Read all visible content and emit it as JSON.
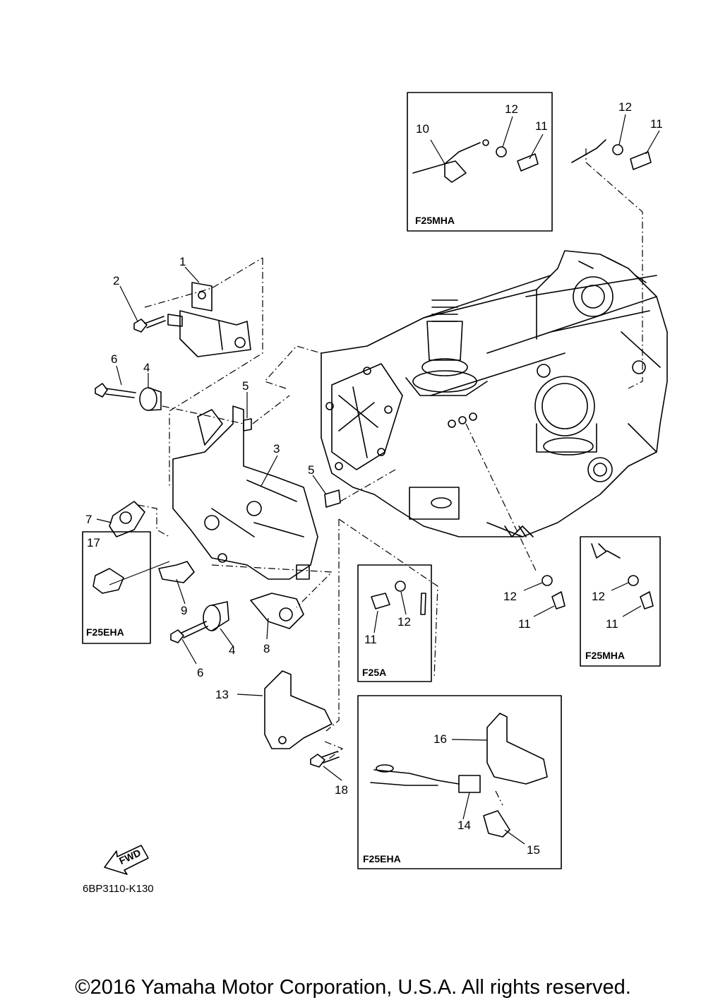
{
  "callouts": {
    "c1": "1",
    "c2": "2",
    "c3": "3",
    "c4a": "4",
    "c4b": "4",
    "c5a": "5",
    "c5b": "5",
    "c6a": "6",
    "c6b": "6",
    "c7": "7",
    "c8": "8",
    "c9": "9",
    "c10": "10",
    "c11a": "11",
    "c11b": "11",
    "c11c": "11",
    "c11d": "11",
    "c11e": "11",
    "c12a": "12",
    "c12b": "12",
    "c12c": "12",
    "c12d": "12",
    "c12e": "12",
    "c13": "13",
    "c14": "14",
    "c15": "15",
    "c16": "16",
    "c17": "17",
    "c18": "18"
  },
  "boxes": {
    "top_right": "F25MHA",
    "right": "F25MHA",
    "left": "F25EHA",
    "middle": "F25A",
    "bottom": "F25EHA"
  },
  "direction_arrow": "FWD",
  "diagram_code": "6BP3110-K130",
  "copyright": "©2016 Yamaha Motor Corporation, U.S.A. All rights reserved."
}
